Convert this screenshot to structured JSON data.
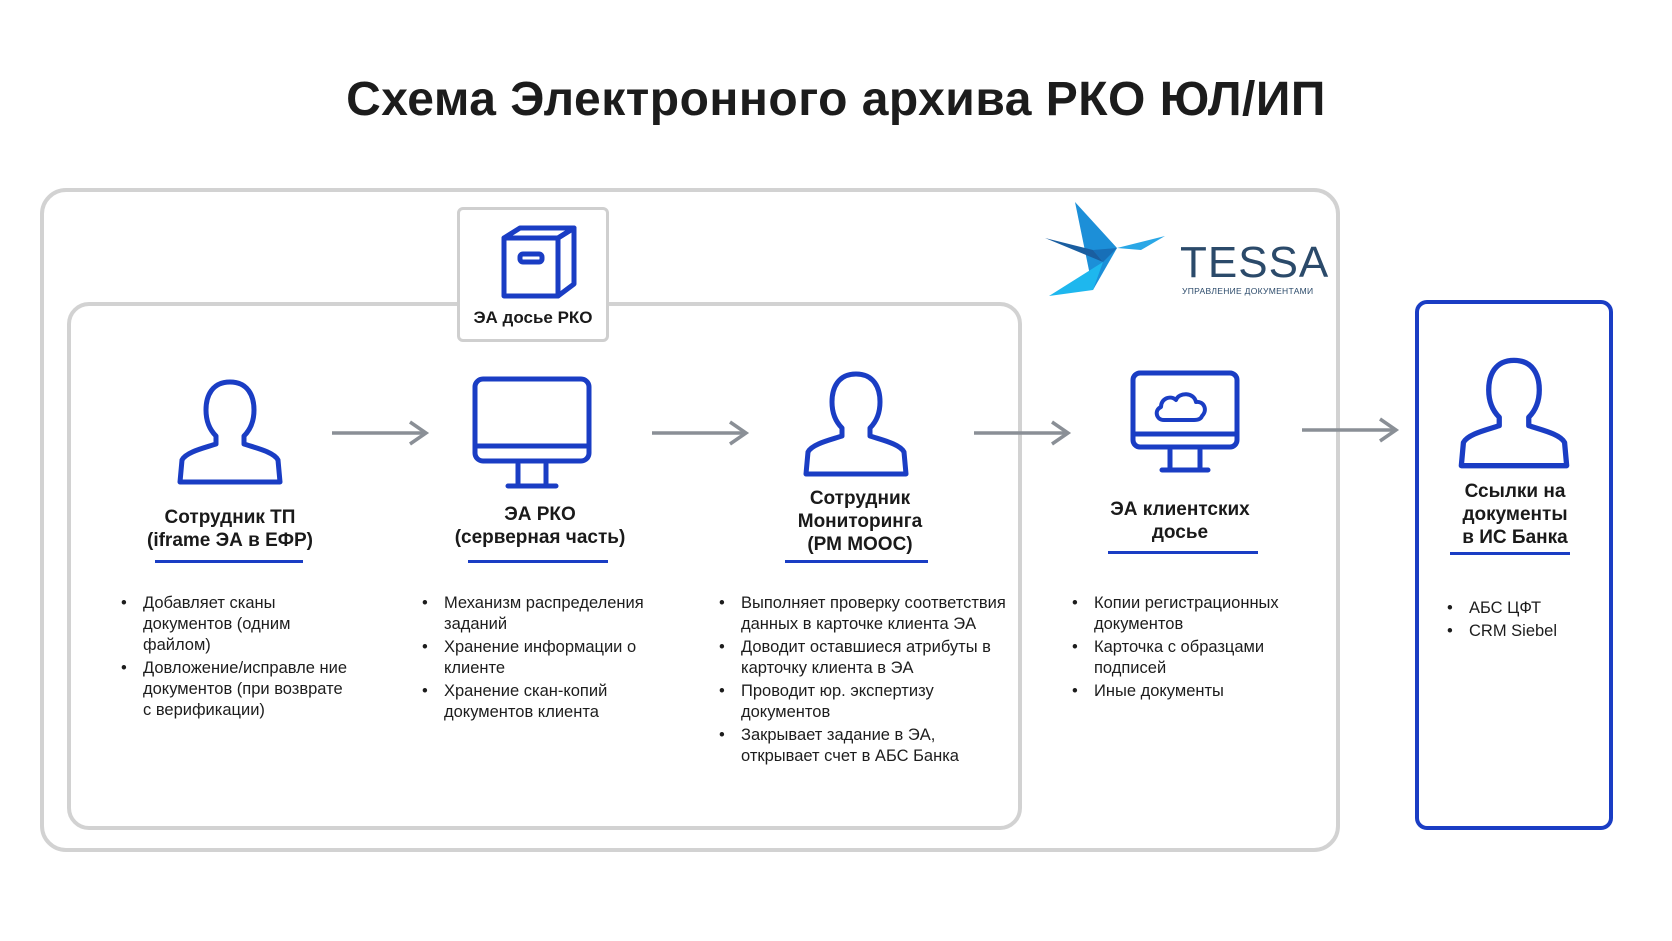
{
  "title": "Схема Электронного архива РКО ЮЛ/ИП",
  "colors": {
    "accent": "#1a3dc4",
    "frame": "#d2d2d2",
    "arrow": "#8a8f96"
  },
  "dossier": {
    "label": "ЭА досье РКО",
    "icon": "archive-box-icon"
  },
  "logo": {
    "name": "TESSA",
    "subtitle": "УПРАВЛЕНИЕ ДОКУМЕНТАМИ",
    "icon": "bird-logo-icon"
  },
  "nodes": [
    {
      "icon": "person-icon",
      "label_lines": [
        "Сотрудник ТП",
        "(iframe ЭА в ЕФР)"
      ],
      "bullets": [
        "Добавляет сканы документов (одним файлом)",
        "Довложение/исправле ние документов (при возврате с верификации)"
      ]
    },
    {
      "icon": "monitor-icon",
      "label_lines": [
        "ЭА РКО",
        "(серверная часть)"
      ],
      "bullets": [
        "Механизм распределения заданий",
        "Хранение информации о клиенте",
        "Хранение скан-копий документов клиента"
      ]
    },
    {
      "icon": "person-icon",
      "label_lines": [
        "Сотрудник",
        "Мониторинга",
        "(РМ МООС)"
      ],
      "bullets": [
        "Выполняет проверку соответствия данных в карточке клиента ЭА",
        "Доводит оставшиеся атрибуты в карточку клиента в ЭА",
        "Проводит юр. экспертизу документов",
        "Закрывает задание в ЭА, открывает счет в АБС Банка"
      ]
    },
    {
      "icon": "cloud-monitor-icon",
      "label_lines": [
        "ЭА клиентских",
        "досье"
      ],
      "bullets": [
        "Копии регистрационных документов",
        "Карточка с образцами подписей",
        "Иные документы"
      ]
    },
    {
      "icon": "person-icon",
      "label_lines": [
        "Ссылки на",
        "документы",
        "в ИС Банка"
      ],
      "bullets": [
        "АБС ЦФТ",
        "CRM Siebel"
      ]
    }
  ]
}
